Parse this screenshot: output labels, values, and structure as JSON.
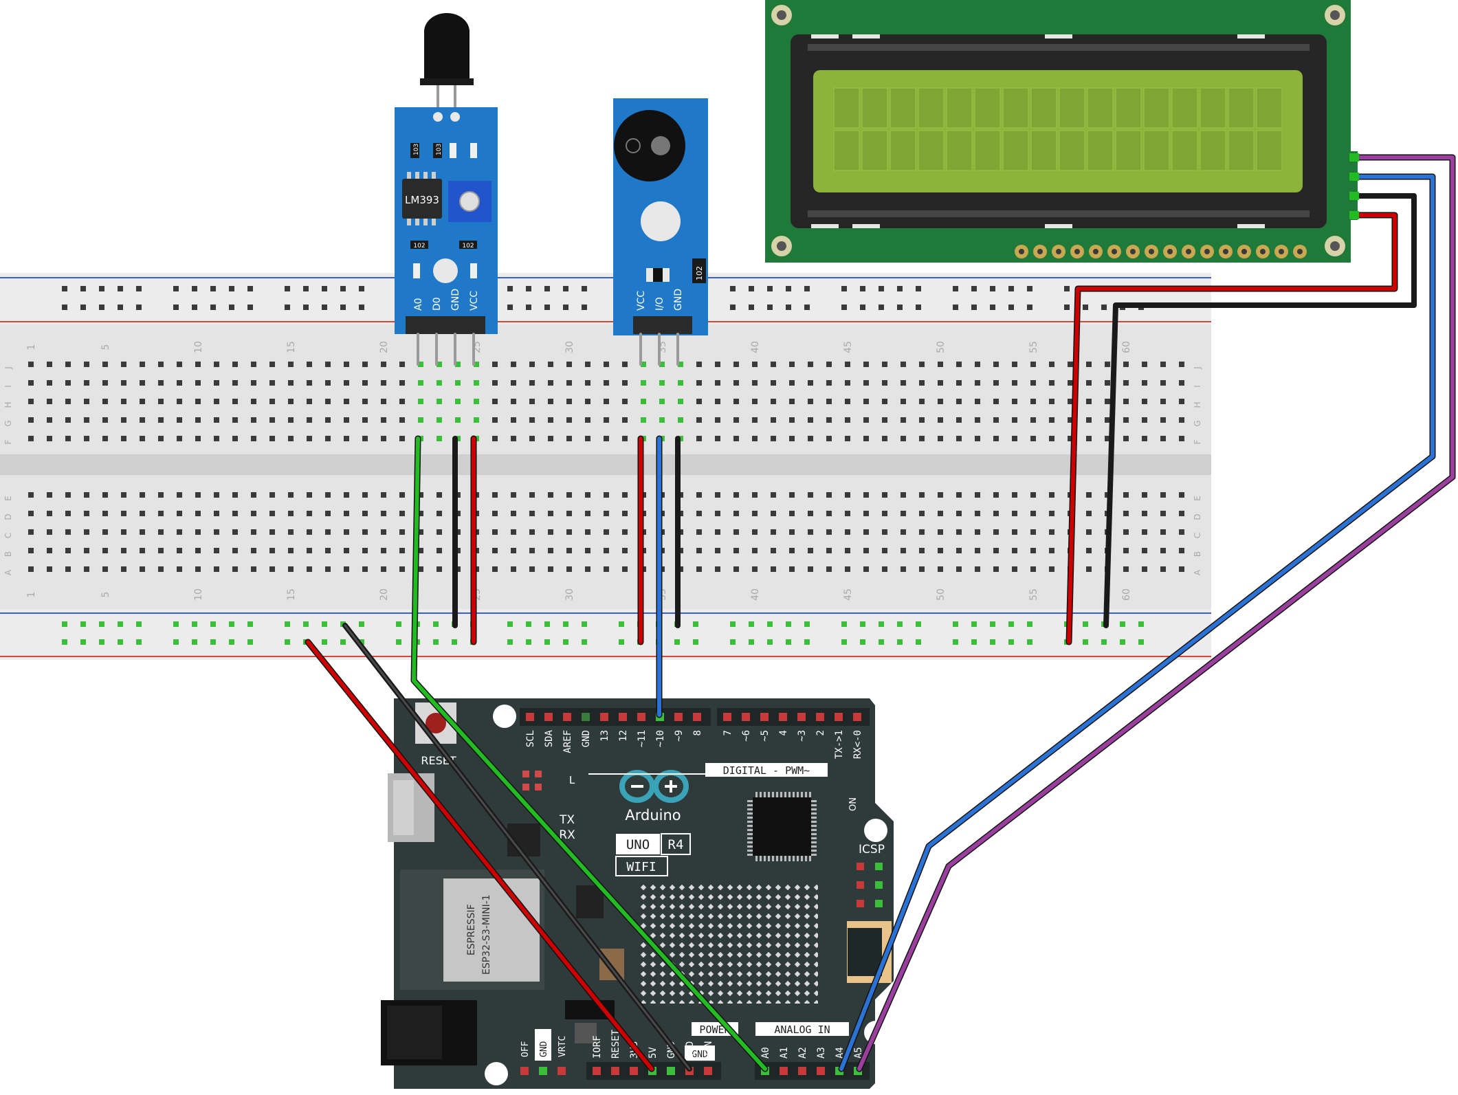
{
  "colors": {
    "breadboard": "#e6e6e6",
    "rail_red": "#d9473a",
    "rail_blue": "#3b5bd9",
    "sensor_blue": "#1f78c8",
    "lcd_green": "#1f7a3a",
    "lcd_screen": "#8cb43a",
    "arduino_board": "#2f3b3a",
    "wire_red": "#cc0000",
    "wire_black": "#1a1a1a",
    "wire_green": "#22bb22",
    "wire_blue": "#2a72d4",
    "wire_purple": "#9b3f9f"
  },
  "breadboard": {
    "row_letters_top": [
      "J",
      "I",
      "H",
      "G",
      "F"
    ],
    "row_letters_bottom": [
      "E",
      "D",
      "C",
      "B",
      "A"
    ],
    "column_numbers": [
      "1",
      "5",
      "10",
      "15",
      "20",
      "25",
      "30",
      "35",
      "40",
      "45",
      "50",
      "55",
      "60"
    ]
  },
  "flame_sensor": {
    "chip_label": "LM393",
    "resistor_labels": [
      "103",
      "103",
      "102",
      "102"
    ],
    "pin_labels": [
      "A0",
      "D0",
      "GND",
      "VCC"
    ]
  },
  "buzzer_module": {
    "resistor_label": "102",
    "pin_labels": [
      "VCC",
      "I/O",
      "GND"
    ]
  },
  "arduino": {
    "brand": "Arduino",
    "model": "UNO",
    "revision": "R4",
    "variant": "WIFI",
    "reset_label": "RESET",
    "digital_label": "DIGITAL - PWM~",
    "power_label": "POWER",
    "analog_label": "ANALOG IN",
    "icsp_label": "ICSP",
    "on_label": "ON",
    "l_label": "L",
    "tx_label": "TX",
    "rx_label": "RX",
    "module_label_1": "ESPRESSIF",
    "module_label_2": "ESP32-S3-MINI-1",
    "top_pins": [
      "SCL",
      "SDA",
      "AREF",
      "GND",
      "13",
      "12",
      "~11",
      "~10",
      "~9",
      "8",
      "7",
      "~6",
      "~5",
      "4",
      "~3",
      "2",
      "TX->1",
      "RX<-0"
    ],
    "bottom_pins": [
      "IORF",
      "RESET",
      "3V3",
      "5V",
      "GND",
      "GND",
      "VIN",
      "A0",
      "A1",
      "A2",
      "A3",
      "A4",
      "A5"
    ],
    "side_pins": [
      "OFF",
      "GND",
      "VRTC"
    ],
    "gnd_badge": "GND"
  }
}
